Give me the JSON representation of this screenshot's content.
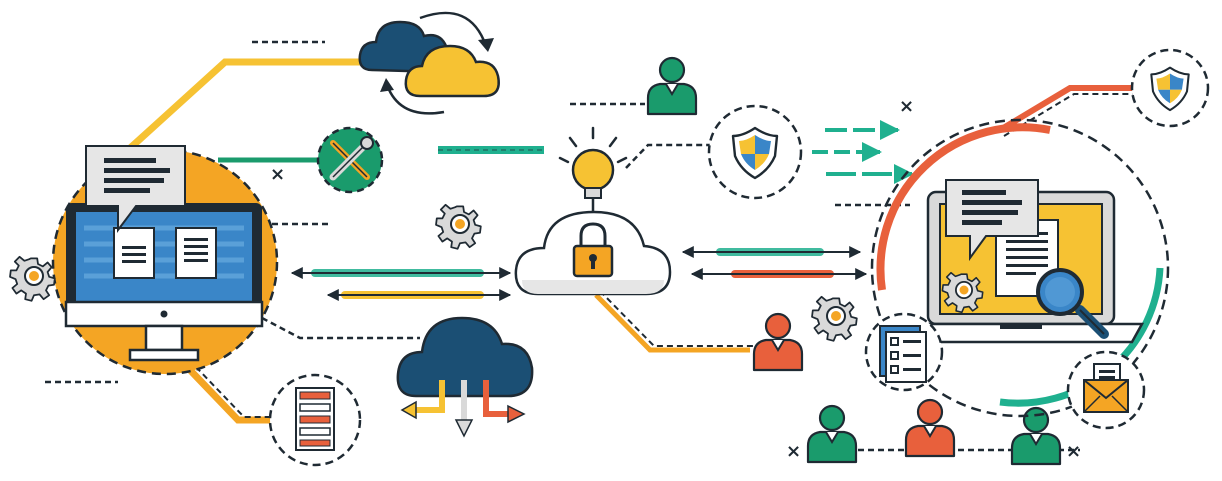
{
  "diagram": {
    "type": "cloud-security-network-illustration",
    "colors": {
      "outline": "#1f2a33",
      "yellow": "#f6c233",
      "orange": "#f4a524",
      "teal": "#1fb08f",
      "green": "#1a9b6c",
      "coral": "#e8603c",
      "navy": "#1b4f74",
      "blue": "#3a86c8",
      "paper": "#e6e6e6",
      "gear": "#d9d9d9",
      "shield_blue": "#3a86c8",
      "shield_yellow": "#f6c233"
    },
    "nodes": [
      {
        "name": "desktop-monitor",
        "icon": "monitor-icon"
      },
      {
        "name": "laptop",
        "icon": "laptop-icon"
      },
      {
        "name": "secure-cloud",
        "icon": "cloud-lock-icon"
      },
      {
        "name": "sync-clouds",
        "icon": "cloud-sync-icon"
      },
      {
        "name": "download-cloud",
        "icon": "cloud-download-icon"
      },
      {
        "name": "lightbulb",
        "icon": "lightbulb-icon"
      },
      {
        "name": "tools",
        "icon": "wrench-screwdriver-icon"
      },
      {
        "name": "shield-center",
        "icon": "shield-icon"
      },
      {
        "name": "shield-top-right",
        "icon": "shield-icon"
      },
      {
        "name": "server",
        "icon": "server-icon"
      },
      {
        "name": "checklist",
        "icon": "checklist-icon"
      },
      {
        "name": "email",
        "icon": "envelope-icon"
      },
      {
        "name": "user-top",
        "icon": "user-icon"
      },
      {
        "name": "user-middle",
        "icon": "user-icon"
      },
      {
        "name": "user-bottom-left",
        "icon": "user-icon"
      },
      {
        "name": "user-bottom-center",
        "icon": "user-icon"
      },
      {
        "name": "user-bottom-right",
        "icon": "user-icon"
      },
      {
        "name": "gear-left",
        "icon": "gear-icon"
      },
      {
        "name": "gear-center",
        "icon": "gear-icon"
      },
      {
        "name": "gear-right",
        "icon": "gear-icon"
      },
      {
        "name": "gear-laptop",
        "icon": "gear-icon"
      }
    ]
  }
}
